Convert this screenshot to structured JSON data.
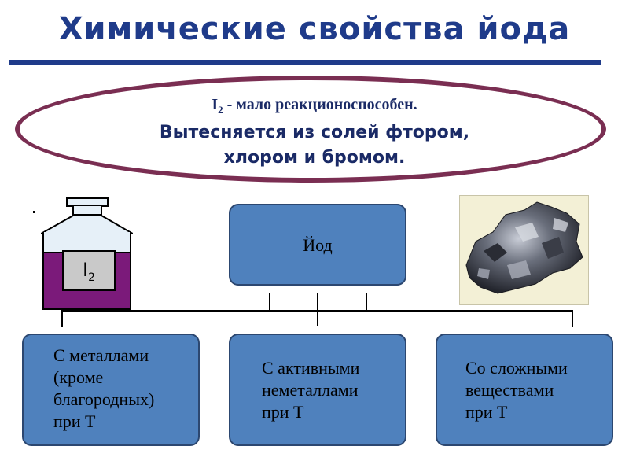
{
  "title": "Химические свойства йода",
  "ellipse": {
    "line1_formula": "I",
    "line1_sub": "2",
    "line1_rest": " - мало реакционоспособен.",
    "line2": "Вытесняется из солей фтором,",
    "line3": "хлором и бромом."
  },
  "bottle": {
    "label_symbol": "I",
    "label_sub": "2",
    "dot_label": "."
  },
  "top_box": {
    "label": "Йод"
  },
  "bottom_boxes": [
    {
      "lines": [
        "С металлами",
        "(кроме",
        "благородных)",
        "при Т"
      ]
    },
    {
      "lines": [
        "С активными",
        "неметаллами",
        "при Т"
      ]
    },
    {
      "lines": [
        "Со сложными",
        "веществами",
        "при Т"
      ]
    }
  ],
  "colors": {
    "title": "#1f3b8a",
    "box_fill": "#4f81bd",
    "ellipse_border": "#7a2e52",
    "liquid": "#7b1a7a"
  },
  "icons": [
    "bottle-icon",
    "iodine-crystal-image"
  ]
}
